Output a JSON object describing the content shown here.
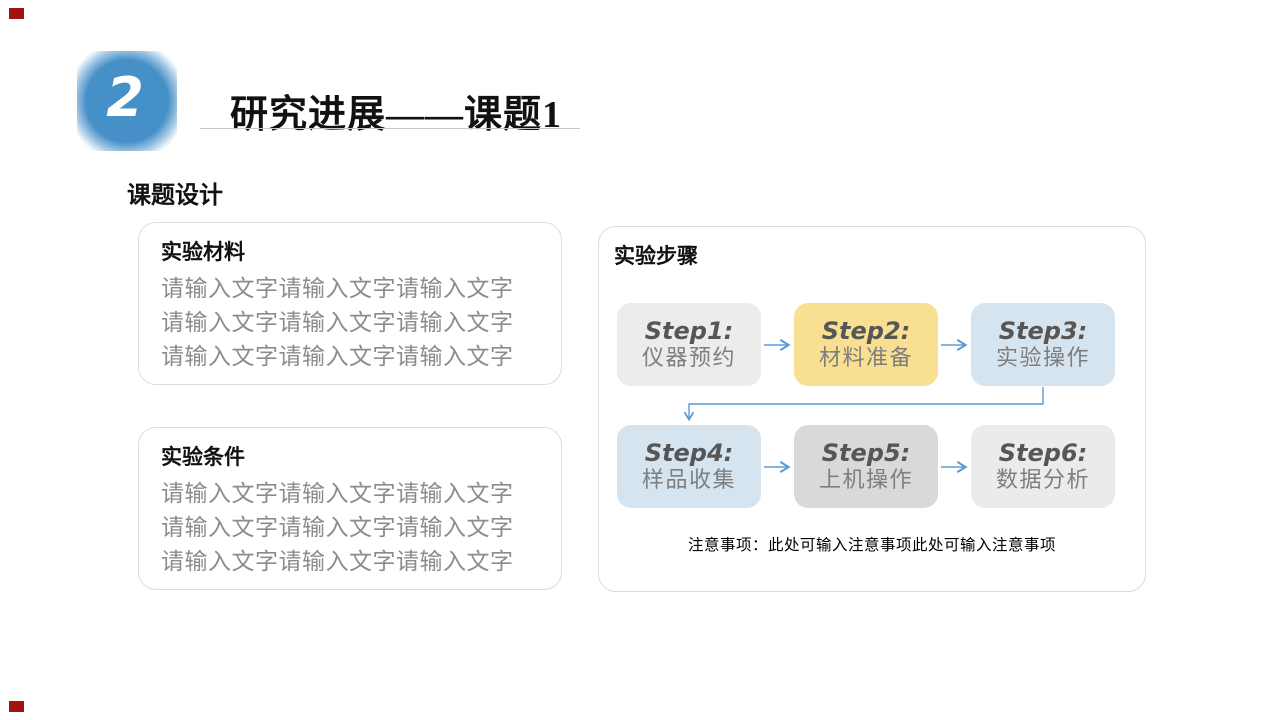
{
  "colors": {
    "accent_blue": "#4690c8",
    "arrow_blue": "#5b9bd5",
    "corner_red": "#a11212",
    "panel_border": "#dcdcdc",
    "placeholder_gray": "#8c8c8c",
    "step_label": "#565656",
    "step_text": "#7e7e7e"
  },
  "header": {
    "section_number": "2",
    "title": "研究进展——课题1",
    "subtitle": "课题设计"
  },
  "panels": {
    "materials": {
      "title": "实验材料",
      "lines": [
        "请输入文字请输入文字请输入文字",
        "请输入文字请输入文字请输入文字",
        "请输入文字请输入文字请输入文字"
      ]
    },
    "conditions": {
      "title": "实验条件",
      "lines": [
        "请输入文字请输入文字请输入文字",
        "请输入文字请输入文字请输入文字",
        "请输入文字请输入文字请输入文字"
      ]
    },
    "steps": {
      "title": "实验步骤",
      "items": [
        {
          "label": "Step1:",
          "text": "仪器预约",
          "bg": "#ececec"
        },
        {
          "label": "Step2:",
          "text": "材料准备",
          "bg": "#f8df92"
        },
        {
          "label": "Step3:",
          "text": "实验操作",
          "bg": "#d6e4ef"
        },
        {
          "label": "Step4:",
          "text": "样品收集",
          "bg": "#d6e4ef"
        },
        {
          "label": "Step5:",
          "text": "上机操作",
          "bg": "#d9d9d9"
        },
        {
          "label": "Step6:",
          "text": "数据分析",
          "bg": "#ebebeb"
        }
      ],
      "note": "注意事项：此处可输入注意事项此处可输入注意事项"
    }
  }
}
